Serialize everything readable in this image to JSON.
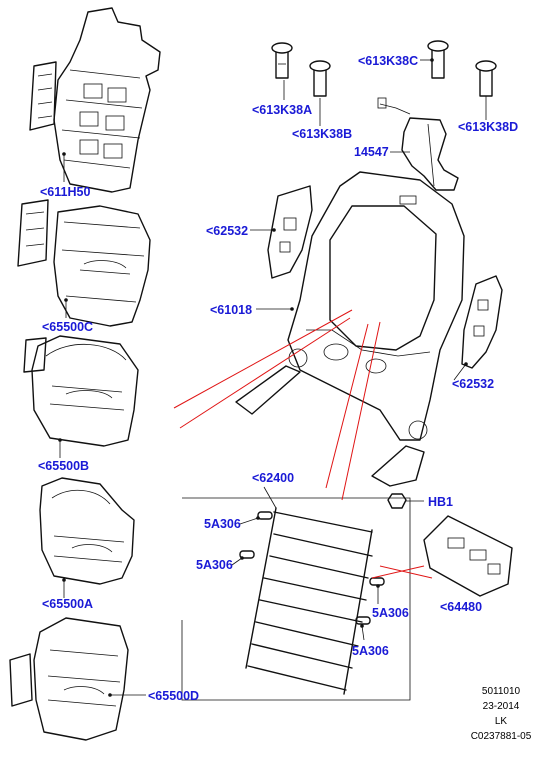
{
  "labels": {
    "p611H50": "<611H50",
    "p65500C": "<65500C",
    "p65500B": "<65500B",
    "p65500A": "<65500A",
    "p65500D": "<65500D",
    "p613K38A": "<613K38A",
    "p613K38B": "<613K38B",
    "p613K38C": "<613K38C",
    "p613K38D": "<613K38D",
    "p14547": "14547",
    "p62532_left": "<62532",
    "p62532_right": "<62532",
    "p61018": "<61018",
    "p62400": "<62400",
    "pHB1": "HB1",
    "p5A306_1": "5A306",
    "p5A306_2": "5A306",
    "p5A306_3": "5A306",
    "p5A306_4": "5A306",
    "p64480": "<64480"
  },
  "meta": {
    "line1": "5011010",
    "line2": "23-2014",
    "line3": "LK",
    "line4": "C0237881-05"
  },
  "colors": {
    "label": "#1a1ad6",
    "leader": "#111111",
    "highlight": "#e01515"
  }
}
